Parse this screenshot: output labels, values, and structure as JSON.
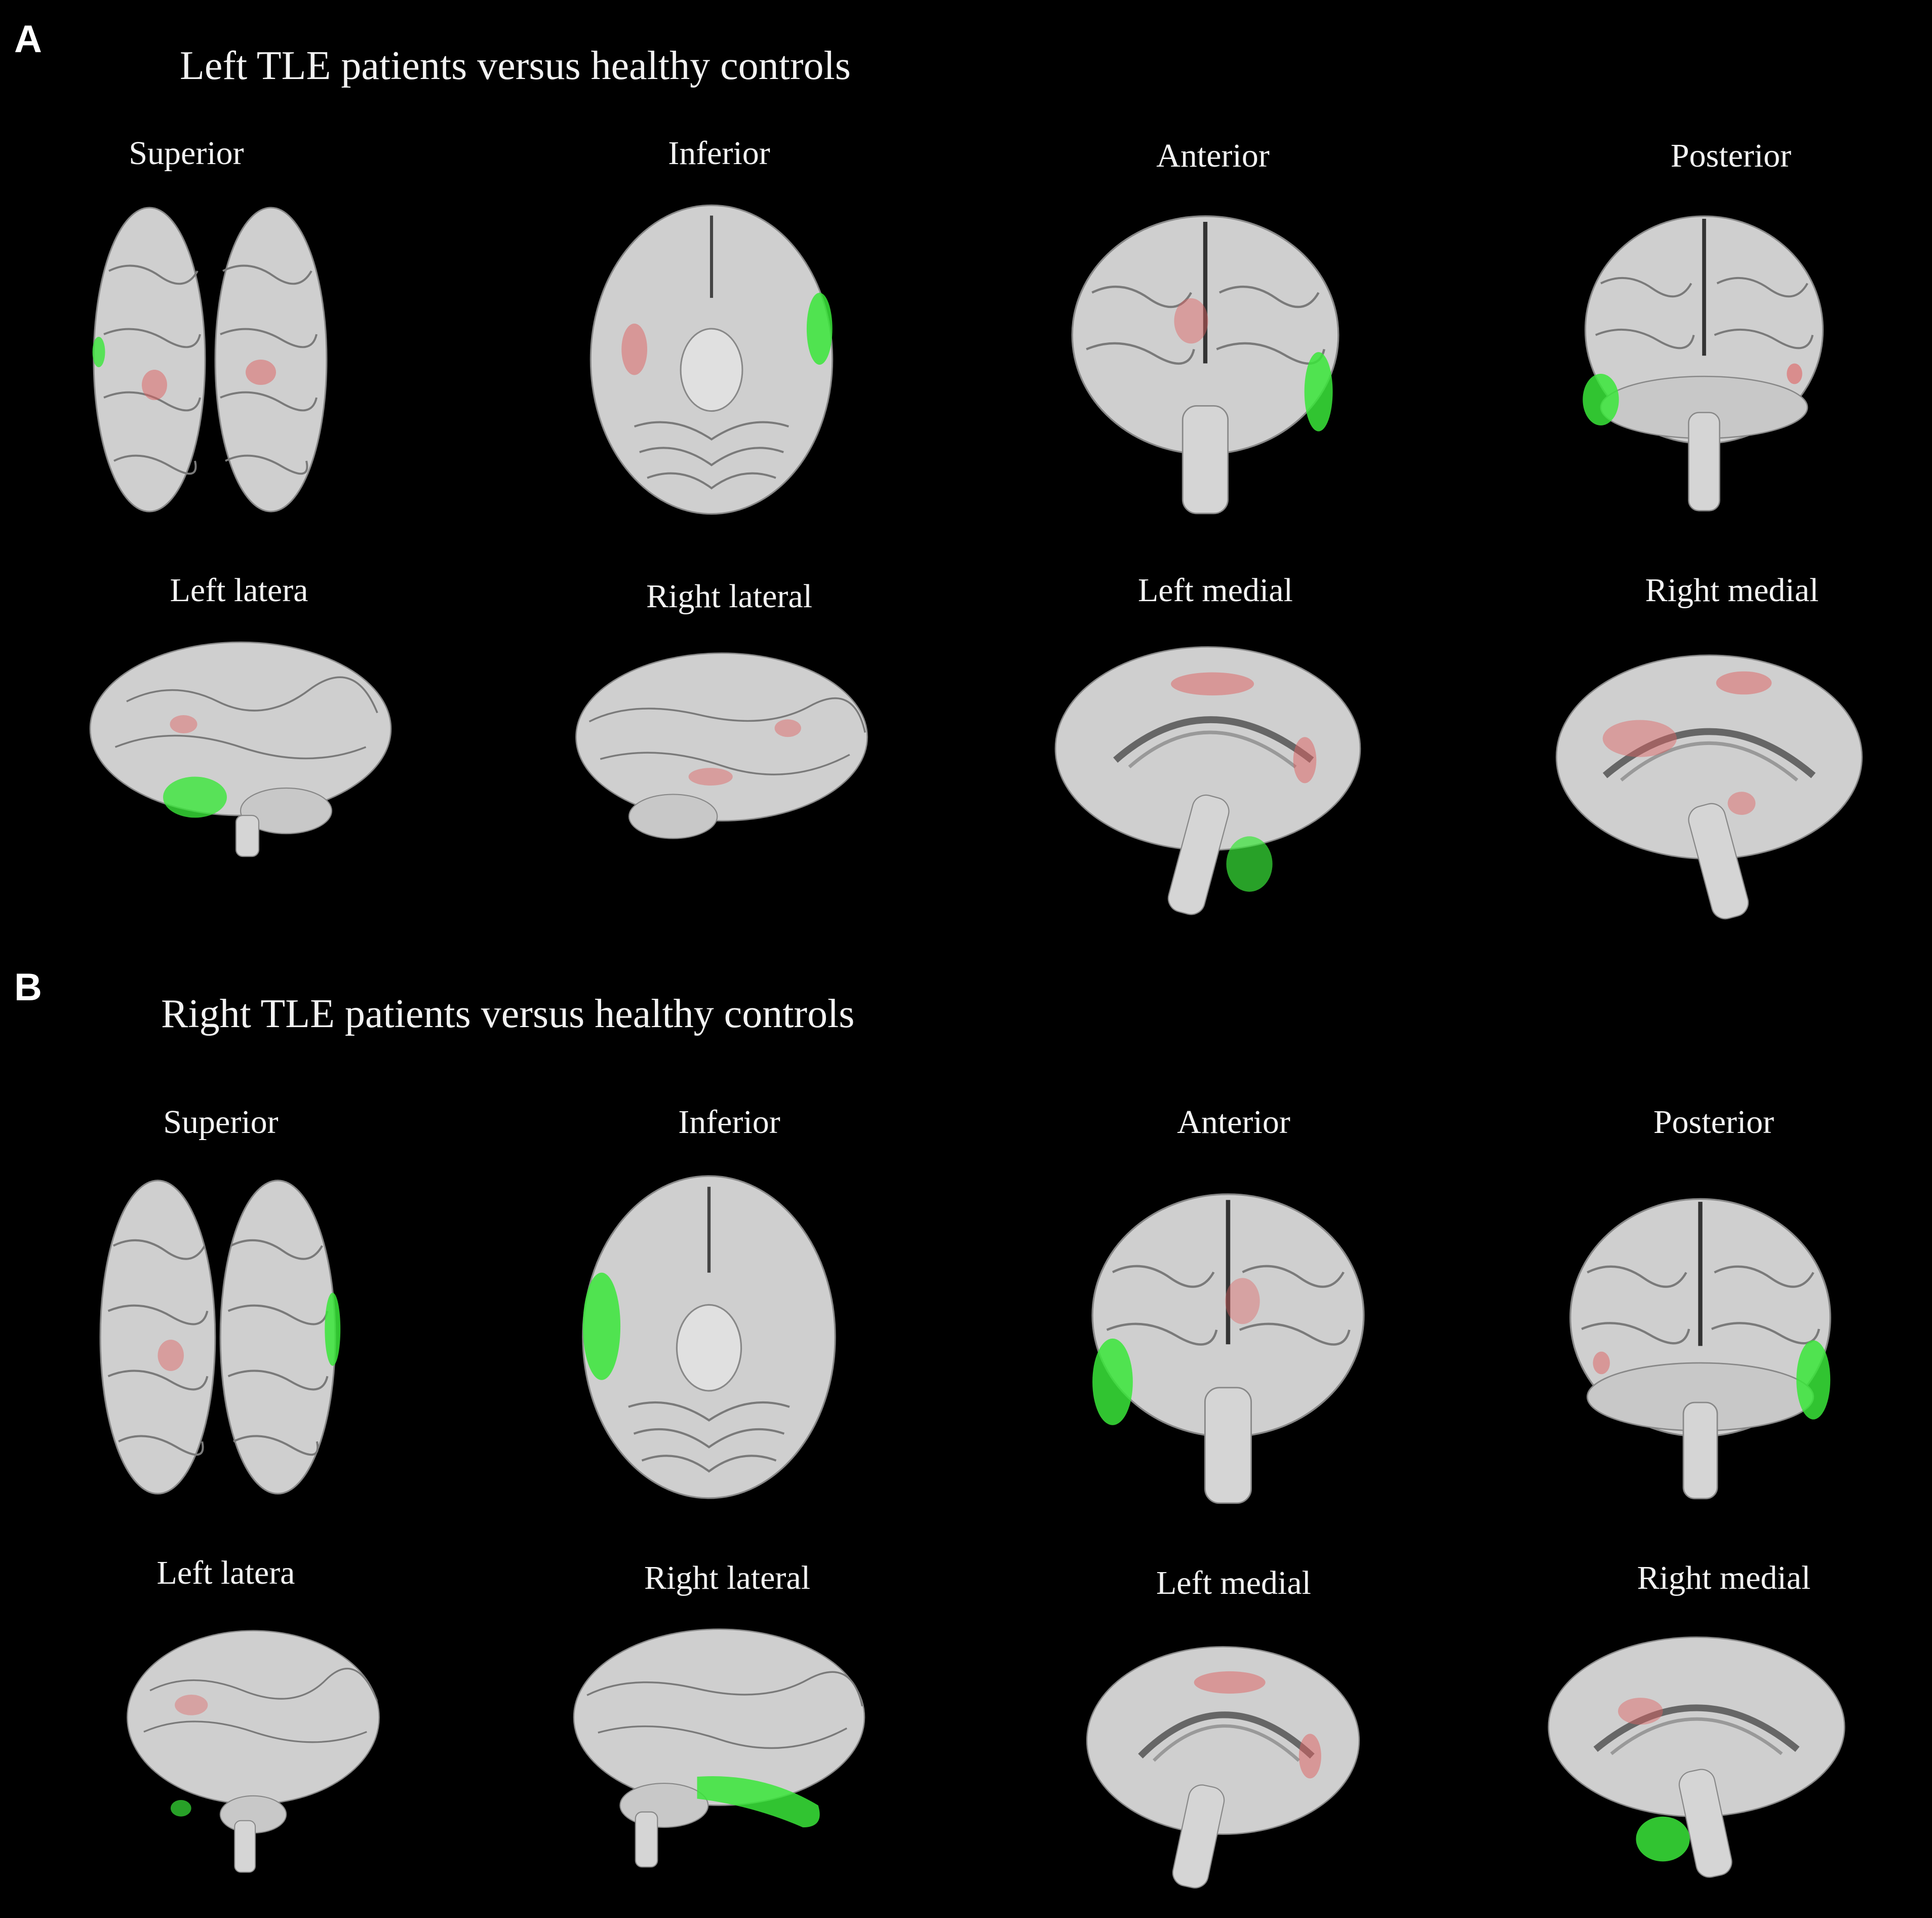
{
  "colors": {
    "background": "#000000",
    "cortex": "#d9d9d9",
    "cortex_shadow": "#8a8a8a",
    "increase": "#e06060",
    "decrease": "#39e639"
  },
  "panels": [
    {
      "letter": "A",
      "title": "Left TLE patients versus healthy controls",
      "views": [
        {
          "label": "Superior",
          "view": "axial-top"
        },
        {
          "label": "Inferior",
          "view": "axial-bottom"
        },
        {
          "label": "Anterior",
          "view": "coronal"
        },
        {
          "label": "Posterior",
          "view": "coronal"
        },
        {
          "label": "Left latera",
          "view": "lateral"
        },
        {
          "label": "Right lateral",
          "view": "lateral"
        },
        {
          "label": "Left medial",
          "view": "medial"
        },
        {
          "label": "Right medial",
          "view": "medial"
        }
      ]
    },
    {
      "letter": "B",
      "title": "Right TLE patients versus healthy controls",
      "views": [
        {
          "label": "Superior",
          "view": "axial-top"
        },
        {
          "label": "Inferior",
          "view": "axial-bottom"
        },
        {
          "label": "Anterior",
          "view": "coronal"
        },
        {
          "label": "Posterior",
          "view": "coronal"
        },
        {
          "label": "Left latera",
          "view": "lateral"
        },
        {
          "label": "Right lateral",
          "view": "lateral"
        },
        {
          "label": "Left medial",
          "view": "medial"
        },
        {
          "label": "Right medial",
          "view": "medial"
        }
      ]
    }
  ]
}
